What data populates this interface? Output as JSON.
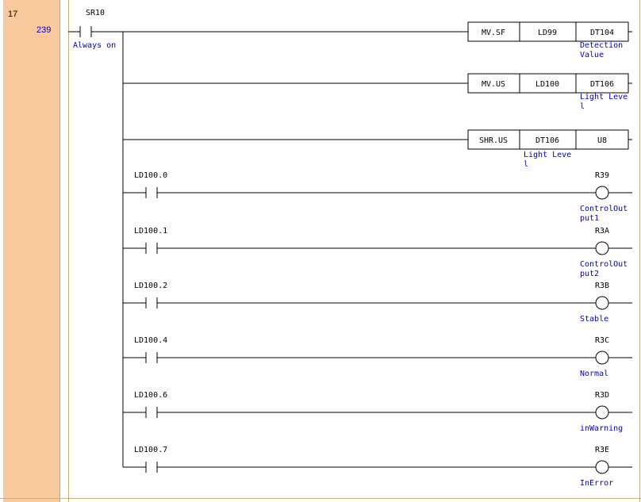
{
  "rung": {
    "number": "17",
    "step": "239"
  },
  "input": {
    "device": "SR10",
    "comment": "Always on"
  },
  "instructions": [
    {
      "op": "MV.SF",
      "src": "LD99",
      "dst": "DT104",
      "dst_comment": [
        "Detection",
        "Value"
      ]
    },
    {
      "op": "MV.US",
      "src": "LD100",
      "dst": "DT106",
      "dst_comment": [
        "Light Leve",
        "l"
      ]
    },
    {
      "op": "SHR.US",
      "src": "DT106",
      "dst": "U8",
      "src_comment": [
        "Light Leve",
        "l"
      ]
    }
  ],
  "outputs": [
    {
      "contact": "LD100.0",
      "coil": "R39",
      "comment": [
        "ControlOut",
        "put1"
      ]
    },
    {
      "contact": "LD100.1",
      "coil": "R3A",
      "comment": [
        "ControlOut",
        "put2"
      ]
    },
    {
      "contact": "LD100.2",
      "coil": "R3B",
      "comment": [
        "Stable"
      ]
    },
    {
      "contact": "LD100.4",
      "coil": "R3C",
      "comment": [
        "Normal"
      ]
    },
    {
      "contact": "LD100.6",
      "coil": "R3D",
      "comment": [
        "inWarning"
      ]
    },
    {
      "contact": "LD100.7",
      "coil": "R3E",
      "comment": [
        "InError"
      ]
    }
  ],
  "colors": {
    "gutter": "#f9c89b",
    "comment": "#0000cc",
    "line": "#000000"
  }
}
